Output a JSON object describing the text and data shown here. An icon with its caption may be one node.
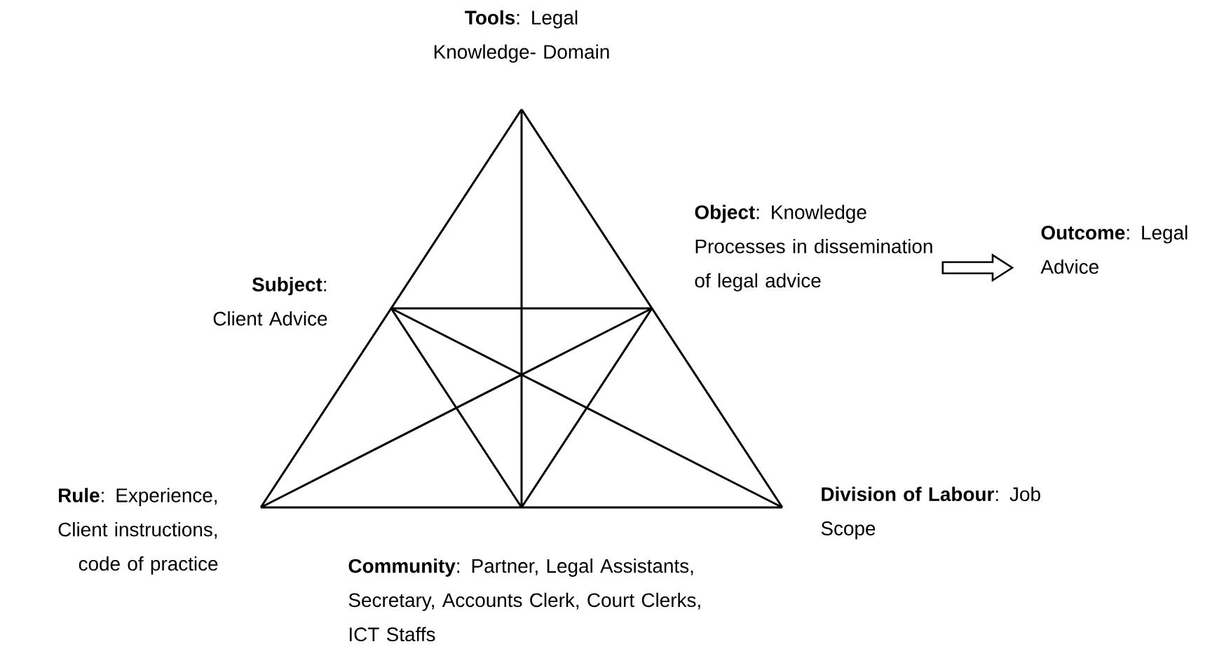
{
  "diagram": {
    "nodes": [
      {
        "text": [
          "**Tools**: Legal Knowledge- Domain"
        ]
      },
      {
        "text": [
          "**Object**: Knowledge Processes in dissemination of legal advice"
        ]
      },
      {
        "text": [
          "**Outcome**: Legal Advice"
        ]
      },
      {
        "text": [
          "**Subject**: Client Advice"
        ]
      },
      {
        "text": [
          "**Rule**: Experience, Client instructions, code of practice"
        ]
      },
      {
        "text": [
          "**Division of Labour**: Job Scope"
        ]
      },
      {
        "text": [
          "**Community**: Partner, Legal Assistants, Secretary, Accounts Clerk, Court Clerks, ICT Staffs"
        ]
      }
    ],
    "edges": [
      {
        "from": 1,
        "to": 2,
        "arrow": "to"
      }
    ]
  }
}
